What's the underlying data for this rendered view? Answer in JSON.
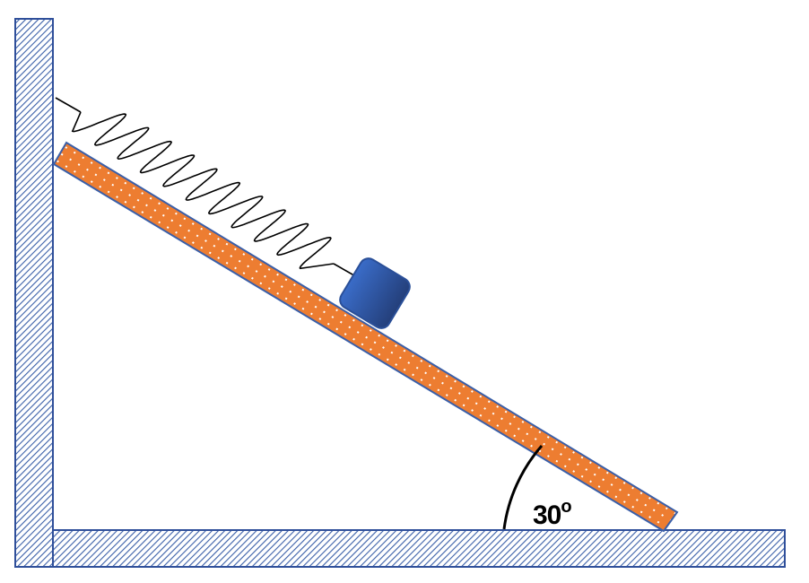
{
  "diagram": {
    "angle": {
      "value": "30",
      "unit": "o"
    },
    "colors": {
      "wall": "#3a5fa8",
      "incline": "#ed7d31",
      "block": "#2f5fae",
      "spring": "#000000"
    },
    "spring": {
      "coils": 10
    },
    "incline_angle_deg": 30
  }
}
